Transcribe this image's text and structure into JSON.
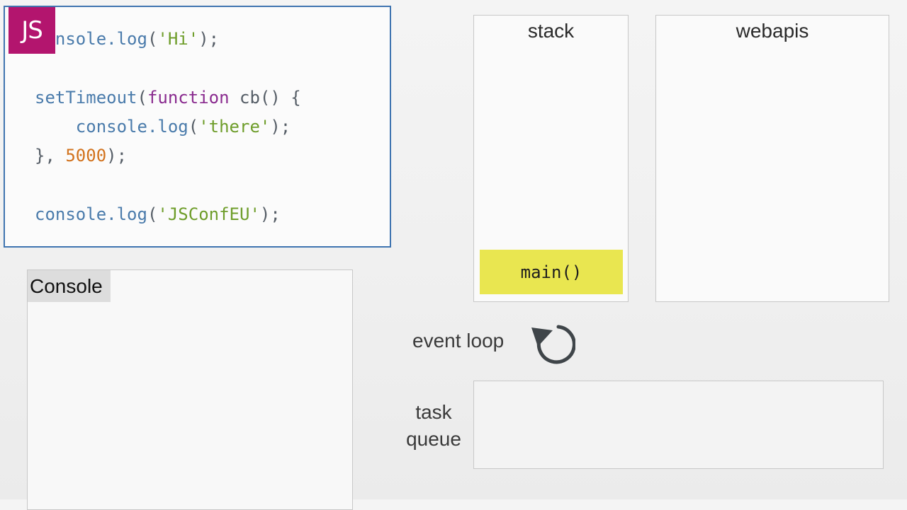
{
  "code": {
    "badge": "JS",
    "line1": {
      "fn": "console.log",
      "open": "(",
      "str": "'Hi'",
      "close": ");"
    },
    "line2": {
      "fn": "setTimeout",
      "open": "(",
      "kw": "function",
      "name": " cb",
      "rest": "() {"
    },
    "line3": {
      "indent": "    ",
      "fn": "console.log",
      "open": "(",
      "str": "'there'",
      "close": ");"
    },
    "line4": {
      "start": "}, ",
      "num": "5000",
      "close": ");"
    },
    "line5": {
      "fn": "console.log",
      "open": "(",
      "str": "'JSConfEU'",
      "close": ");"
    }
  },
  "console": {
    "title": "Console"
  },
  "stack": {
    "title": "stack",
    "frames": [
      "main()"
    ]
  },
  "webapis": {
    "title": "webapis"
  },
  "event_loop": {
    "label": "event loop",
    "icon": "refresh-icon"
  },
  "task_queue": {
    "label_line1": "task",
    "label_line2": "queue"
  },
  "colors": {
    "badge": "#b3156e",
    "code_border": "#3f74b0",
    "stack_frame": "#e9e650",
    "string": "#6e9d2a",
    "keyword": "#8a2b8f",
    "number": "#d2731e",
    "function": "#4a7bab"
  }
}
